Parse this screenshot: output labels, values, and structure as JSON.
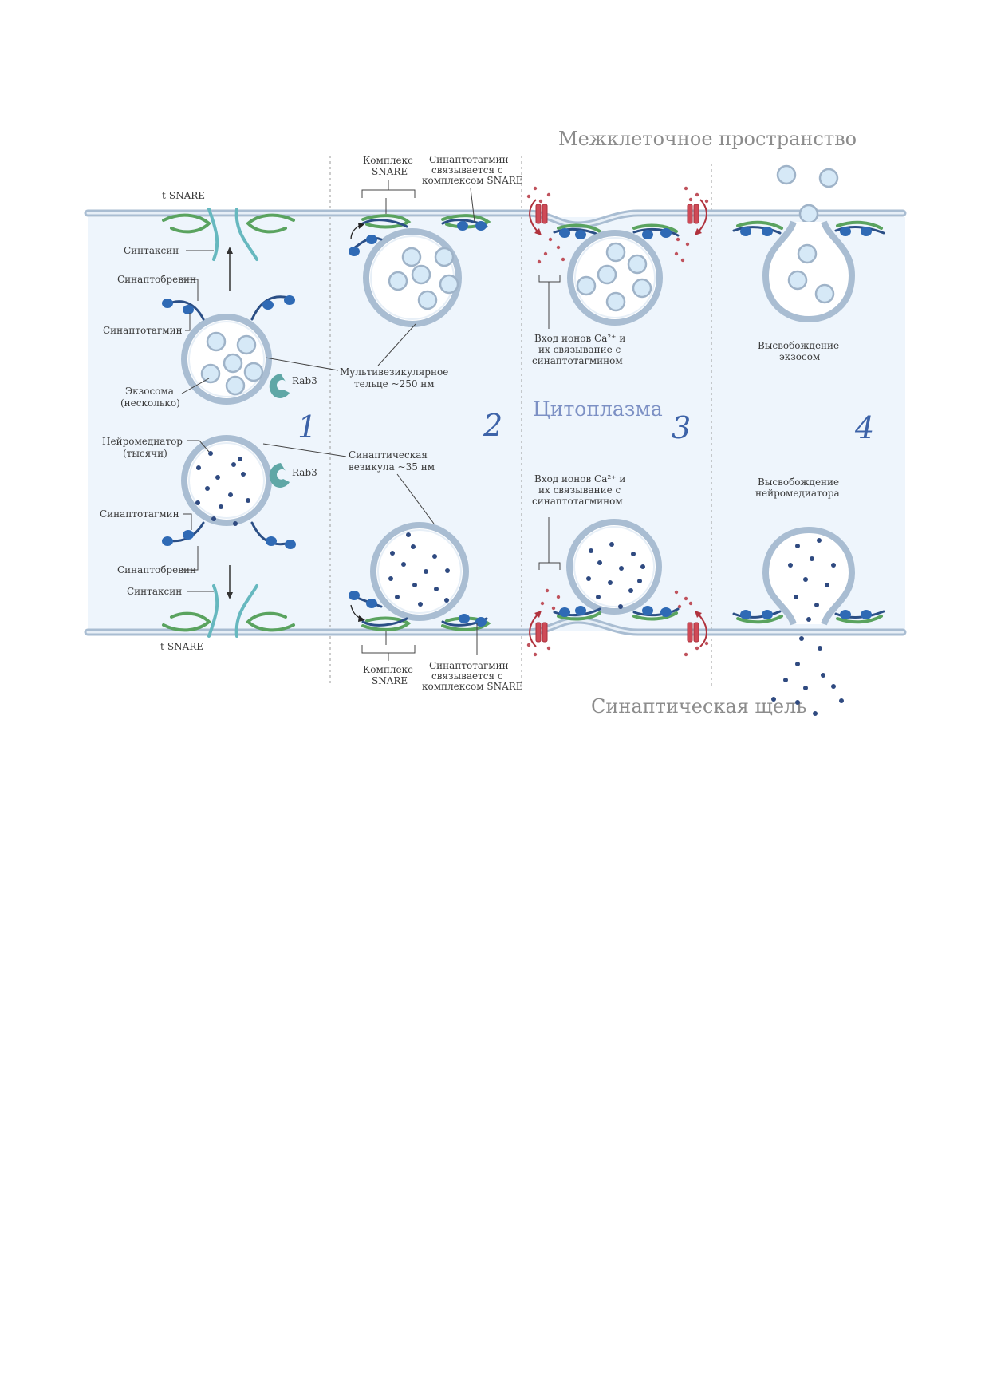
{
  "regions": {
    "extracellular": "Межклеточное пространство",
    "cytoplasm": "Цитоплазма",
    "cleft": "Синаптическая щель"
  },
  "stages": [
    "1",
    "2",
    "3",
    "4"
  ],
  "panel1": {
    "t_snare_top": "t-SNARE",
    "syntaxin_top": "Синтаксин",
    "synaptobrevin_top": "Синаптобревин",
    "synaptotagmin_top": "Синаптотагмин",
    "exosome_line1": "Экзосома",
    "exosome_line2": "(несколько)",
    "rab3_top": "Rab3",
    "neurotransmitter_line1": "Нейромедиатор",
    "neurotransmitter_line2": "(тысячи)",
    "rab3_bottom": "Rab3",
    "synaptotagmin_bottom": "Синаптотагмин",
    "synaptobrevin_bottom": "Синаптобревин",
    "syntaxin_bottom": "Синтаксин",
    "t_snare_bottom": "t-SNARE"
  },
  "panel2": {
    "snare_complex_top_line1": "Комплекс",
    "snare_complex_top_line2": "SNARE",
    "synaptotagmin_binds_top_line1": "Синаптотагмин",
    "synaptotagmin_binds_top_line2": "связывается с",
    "synaptotagmin_binds_top_line3": "комплексом SNARE",
    "mvb_line1": "Мультивезикулярное",
    "mvb_line2": "тельце ~250 нм",
    "synaptic_vesicle_line1": "Синаптическая",
    "synaptic_vesicle_line2": "везикула ~35 нм",
    "snare_complex_bottom_line1": "Комплекс",
    "snare_complex_bottom_line2": "SNARE",
    "synaptotagmin_binds_bottom_line1": "Синаптотагмин",
    "synaptotagmin_binds_bottom_line2": "связывается с",
    "synaptotagmin_binds_bottom_line3": "комплексом SNARE"
  },
  "panel3": {
    "ca_entry_top_line1": "Вход ионов Ca²⁺ и",
    "ca_entry_top_line2": "их связывание с",
    "ca_entry_top_line3": "синаптотагмином",
    "ca_entry_bottom_line1": "Вход ионов Ca²⁺ и",
    "ca_entry_bottom_line2": "их связывание с",
    "ca_entry_bottom_line3": "синаптотагмином"
  },
  "panel4": {
    "exosome_release_line1": "Высвобождение",
    "exosome_release_line2": "экзосом",
    "nt_release_line1": "Высвобождение",
    "nt_release_line2": "нейромедиатора"
  },
  "colors": {
    "cytoplasm_fill": "#eef5fc",
    "membrane": "#a9bdd2",
    "snare_green": "#5aa35f",
    "syntaxin_teal": "#66b8bf",
    "synaptobrevin_navy": "#2b4f86",
    "synaptotagmin_blue": "#2f6ab5",
    "rab3": "#5fa7a6",
    "calcium": "#c0535d",
    "stage_number": "#3d63a8"
  }
}
